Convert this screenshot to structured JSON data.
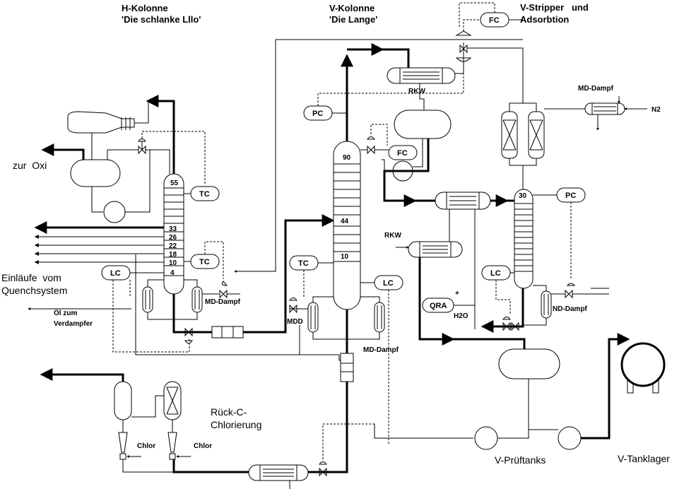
{
  "titles": {
    "h_column": "H-Kolonne",
    "h_column_sub": "'Die schlanke Lllo'",
    "v_column": "V-Kolonne",
    "v_column_sub": "'Die Lange'",
    "v_stripper_1": "V-Stripper   und",
    "v_stripper_2": "Adsorbtion"
  },
  "streams": {
    "to_oxi": "zur  Oxi",
    "feeds_1": "Einläufe  vom",
    "feeds_2": "Quenchsystem",
    "oil_1": "Öl zum",
    "oil_2": "Verdampfer",
    "rueck_c_1": "Rück-C-",
    "rueck_c_2": "Chlorierung",
    "pruefanks": "V-Prüftanks",
    "tanklager": "V-Tanklager",
    "n2": "N2",
    "h2o": "H2O",
    "plus": "+"
  },
  "instruments": {
    "tc_h_top": "TC",
    "tc_h_mid": "TC",
    "lc_h": "LC",
    "pc_v": "PC",
    "fc_v": "FC",
    "tc_v": "TC",
    "lc_v": "LC",
    "fc_top": "FC",
    "pc_s": "PC",
    "lc_s": "LC",
    "qra": "QRA"
  },
  "equipment": {
    "rkw_top": "RKW",
    "rkw_mid": "RKW",
    "md_dampf_h": "MD-Dampf",
    "md_dampf_v": "MD-Dampf",
    "md_dampf_s": "MD-Dampf",
    "mdd": "MDD",
    "nd_dampf": "ND-Dampf",
    "chlor_1": "Chlor",
    "chlor_2": "Chlor"
  },
  "trays": {
    "h": [
      "55",
      "33",
      "26",
      "22",
      "18",
      "10",
      "4"
    ],
    "v": [
      "90",
      "44",
      "10"
    ],
    "s": [
      "30"
    ]
  }
}
